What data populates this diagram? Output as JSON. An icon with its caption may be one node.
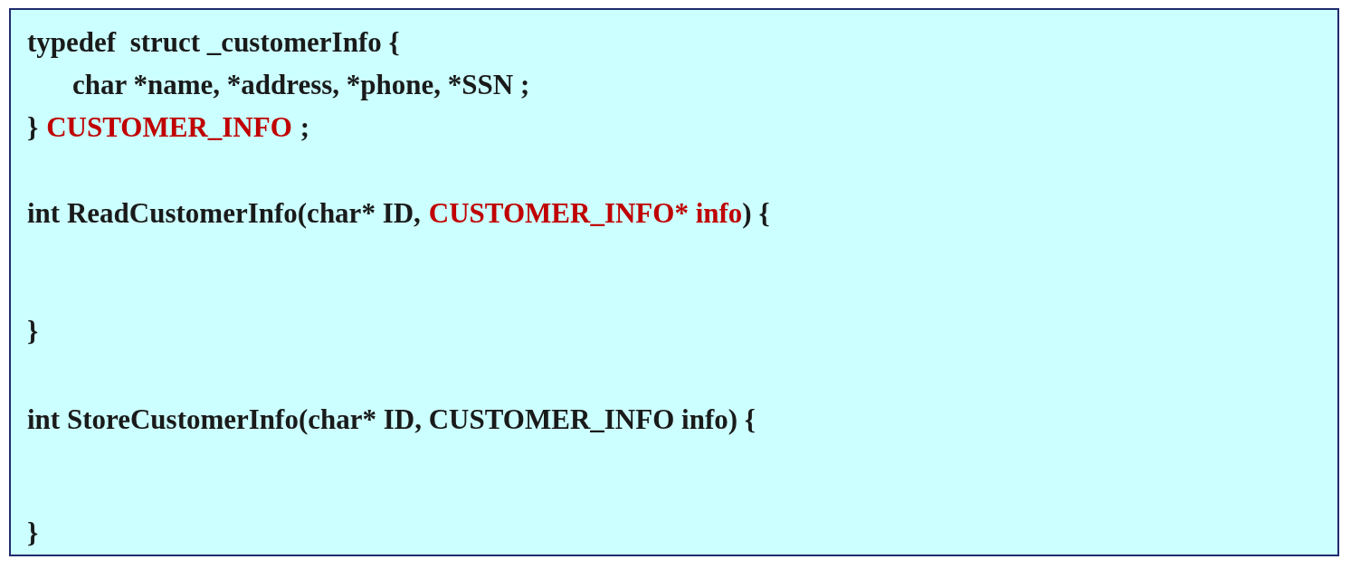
{
  "diagram": {
    "nodes": [
      {
        "text": [
          "typedef  struct _customerInfo {",
          "char *name, *address, *phone, *SSN ;",
          "}",
          "CUSTOMER_INFO",
          ";",
          "int ReadCustomerInfo(char* ID,",
          "CUSTOMER_INFO* info",
          ") {",
          "}",
          "int StoreCustomerInfo(char* ID, CUSTOMER_INFO info) {",
          "}"
        ]
      }
    ]
  }
}
